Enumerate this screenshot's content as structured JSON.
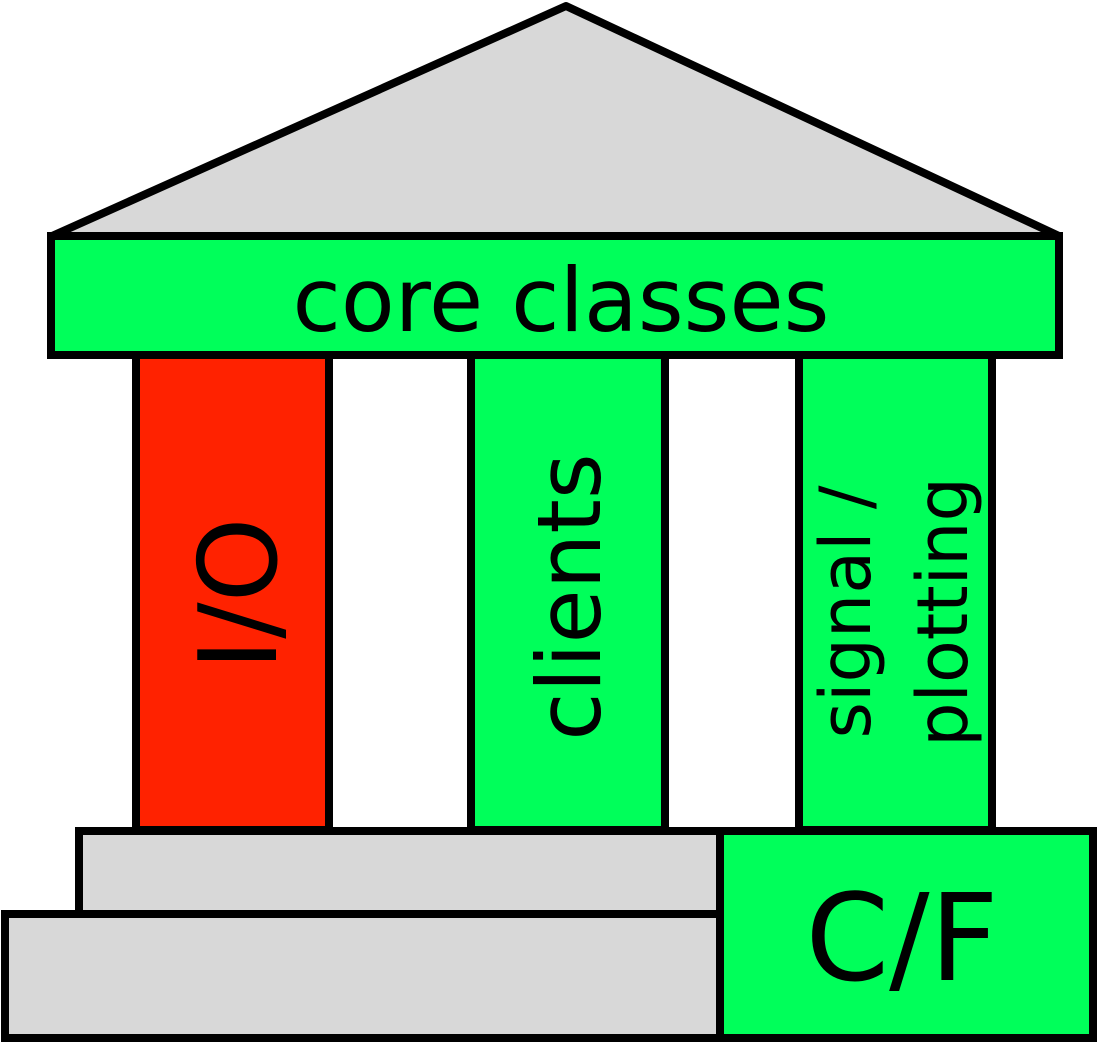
{
  "entablature": {
    "label": "core classes"
  },
  "pillars": [
    {
      "label": "I/O",
      "color": "#ff2200"
    },
    {
      "label": "clients",
      "color": "#00ff5a"
    },
    {
      "label_line1": "signal /",
      "label_line2": "plotting",
      "color": "#00ff5a"
    }
  ],
  "foundation": {
    "label": "C/F",
    "color": "#00ff5a"
  },
  "colors": {
    "roof": "#d8d8d8",
    "steps": "#d8d8d8",
    "module": "#00ff5a",
    "outline": "#000000"
  }
}
